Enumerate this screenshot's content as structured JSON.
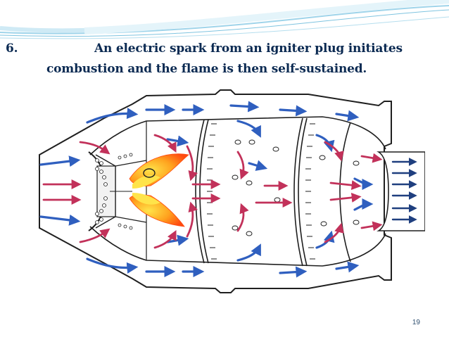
{
  "slide": {
    "number": "6.",
    "title_line1": "An electric spark from an igniter plug initiates",
    "title_line2": "combustion and the flame is then self-sustained.",
    "page_number": "19"
  },
  "diagram": {
    "subject": "combustion chamber airflow cutaway",
    "colors": {
      "outline": "#1f1f1f",
      "airflow_blue": "#2f5fbf",
      "airflow_red": "#c2315a",
      "flame_core": "#ffd21e",
      "flame_outer": "#ff5a10",
      "exit_arrows": "#1f3f7f",
      "header_wave": "#9fd4ea"
    }
  }
}
